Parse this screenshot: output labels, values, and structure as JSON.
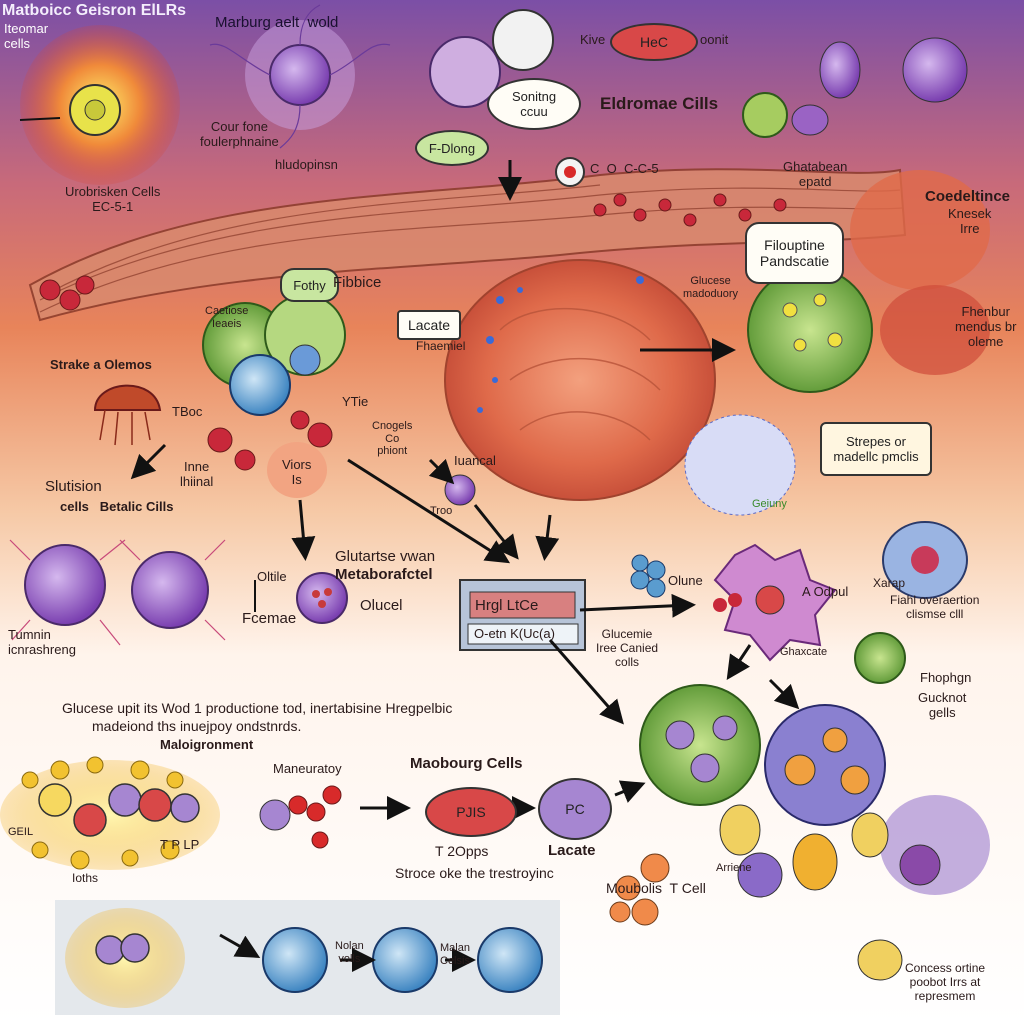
{
  "title": "Matboicc Geisron ElLRs",
  "labels": {
    "tl_sub": "Iteomar\ncells",
    "marburg": "Marburg aelt  wold",
    "sonitng": "Sonitng\nccuu",
    "kive": "Kive",
    "hc": "HeC",
    "oonit": "oonit",
    "eldromae": "Eldromae Cills",
    "cour_fone": "Cour fone\nfoulerphnaine",
    "hudopinsn": "hludopinsn",
    "fdiong": "F-Dlong",
    "c_o": "C  O  C-C-5",
    "ghatabean": "Ghatabean\nepatd",
    "codeltince": "Coedeltince",
    "knesek": "Knesek\nIrre",
    "urobrisken": "Urobrisken Cells\nEC-5-1",
    "fothy": "Fothy",
    "fibbice": "Fibbice",
    "filouptine": "Filouptine\nPandscatie",
    "glucese": "Glucese\nmadoduory",
    "caetiose": "Caetiose\nIeaeis",
    "lacate_box": "Lacate",
    "fhaemiel": "Fhaemiel",
    "fhenbur": "Fhenbur\nmendus br\noleme",
    "strake": "Strake a Olemos",
    "tboc": "TBoc",
    "ytie": "YTie",
    "cnogels": "Cnogels\nCo\nphiont",
    "stupes": "Strepes or\nmadellc pmclis",
    "inne": "Inne\nlhiinal",
    "viors": "Viors\nIs",
    "iuancal": "Iuancal",
    "troo": "Troo",
    "geiuny": "Geiuny",
    "slutision": "Slutision",
    "betalic": "cells   Betalic Cills",
    "glutartse": "Glutartse vwan",
    "metaborafctel": "Metaborafctel",
    "oltile": "Oltile",
    "fcemae": "Fcemae",
    "olucel": "Olucel",
    "chip_top": "Hrgl LtCe",
    "chip_bottom": "O-etn K(Uc(a)",
    "olune": "Olune",
    "glucemie": "Glucemie\nIree Canied\ncolls",
    "aodpul": "A Odpul",
    "xarap": "Xarap",
    "fiahl": "Fiahl overaertion\nclismse clll",
    "ghaxcate": "Ghaxcate",
    "fhophgn": "Fhophgn",
    "gucknot": "Gucknot\ngells",
    "tumnin": "Tumnin\nicnrashreng",
    "caption1": "Glucese upit its Wod 1 productione tod, inertabisine Hregpelbic",
    "caption2": "madeiond ths inuejpoy ondstnrds.",
    "maloigronment": "Maloigronment",
    "maneuratoy": "Maneuratoy",
    "maobourg": "Maobourg Cells",
    "pjis": "PJIS",
    "pc": "PC",
    "t2opps": "T 2Opps",
    "lacate": "Lacate",
    "stroce": "Stroce oke the trestroyinc",
    "geil": "GEIL",
    "ioths": "Ioths",
    "tplp": "T P LP",
    "moubolis": "Moubolis  T Cell",
    "arriene": "Arriene",
    "concess": "Concess ortine\npoobot Irrs at\nrepresmem",
    "nolan": "Nolan\nvolls",
    "malan": "Malan\nCelsis"
  },
  "palette": {
    "bg_top": "#7b4fa6",
    "bg_mid": "#e8845a",
    "bg_low": "#f6c9a6",
    "bg_white": "#ffffff",
    "cell_red": "#d9452f",
    "cell_green": "#7bb04a",
    "cell_purple": "#9a63c4",
    "cell_blue": "#5a9ccf",
    "cell_yellow": "#f2c230",
    "pill_red": "#d84848",
    "pill_purple": "#a686d1"
  },
  "icons": [
    "arrow-icon",
    "cell-icon",
    "bubble-icon",
    "molecule-icon"
  ]
}
